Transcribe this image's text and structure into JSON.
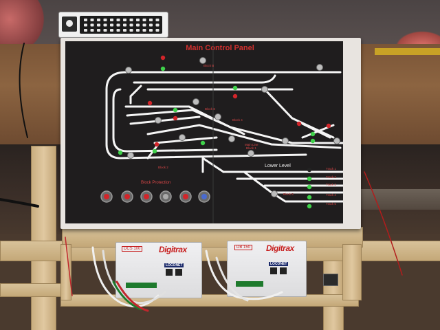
{
  "panel": {
    "title": "Main Control Panel",
    "labels": {
      "block_b": "Block B",
      "block_s": "Block S",
      "block_4": "Block 4",
      "main_line_block": "Main Line",
      "main_line_block2": "Block 1",
      "block_2": "Block 2",
      "block_5": "Block 5",
      "lower_level": "Lower Level",
      "block_protection": "Block Protection"
    },
    "tracks": [
      "Track 1",
      "Track 2",
      "Track 3",
      "Track 4",
      "Track 5"
    ]
  },
  "boosters": [
    {
      "model": "DCS 100",
      "brand": "Digitrax",
      "loconet": "LOCONET"
    },
    {
      "model": "DB 150",
      "brand": "Digitrax",
      "loconet": "LOCONET"
    }
  ],
  "colors": {
    "panel_background": "#1f1d1e",
    "title_red": "#d0302e",
    "led_green": "#3fd14a",
    "led_red": "#d2252a"
  }
}
